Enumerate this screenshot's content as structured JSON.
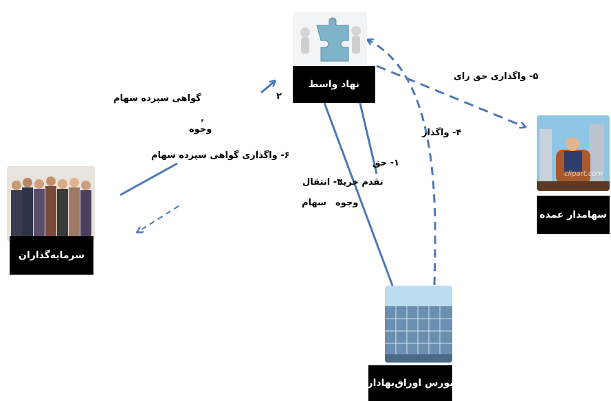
{
  "nodes": {
    "intermediary": "نهاد واسط",
    "investors": "سرمایه‌گذاران",
    "major_shareholder": "سهامدار عمده",
    "exchange": "بورس اوراق‌بهادار"
  },
  "labels": {
    "l1_line1": "۱- حق",
    "l1_line2": "تقدم خرید",
    "l1_line3": "سهام",
    "l2_num": "۲",
    "l2_text": "گواهی سپرده  سهام",
    "l3_line1": "۳- انتقال",
    "l3_line2": "وجوه",
    "l4": "۴- واگذار",
    "l5": "۵- واگذاری حق رای",
    "l6": "۶- واگذاری گواهی سپرده سهام",
    "l7": "وجوه",
    "l7_mark": "٬"
  },
  "watermark": "clipart.com",
  "colors": {
    "arrow": "#4a78b8",
    "box": "#000000"
  }
}
